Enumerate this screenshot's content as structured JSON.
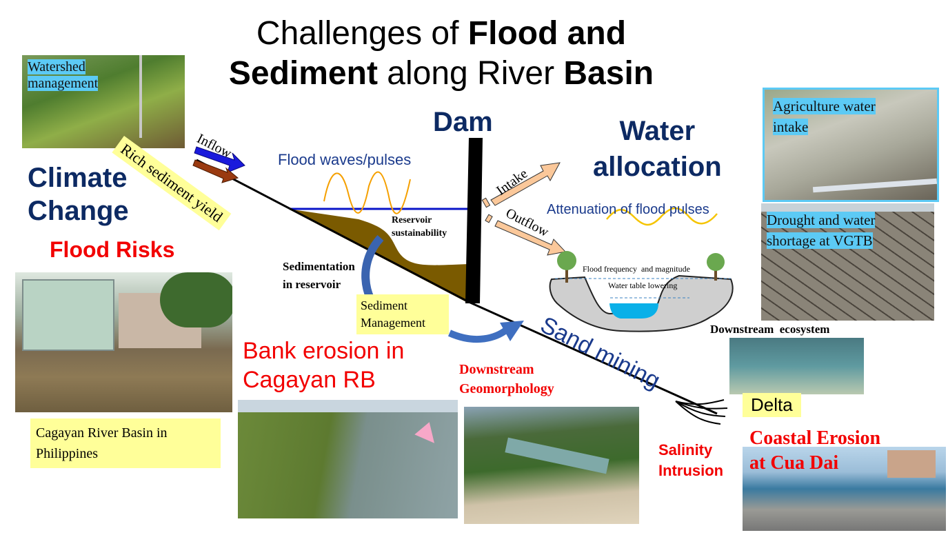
{
  "title": {
    "line1_plain": "Challenges of ",
    "line1_bold": "Flood and",
    "line2_bold1": "Sediment",
    "line2_plain": " along River ",
    "line2_bold2": "Basin"
  },
  "left": {
    "watershed_label": "Watershed management",
    "climate_change": [
      "Climate",
      "Change"
    ],
    "flood_risks": "Flood Risks",
    "cagayan_caption": "Cagayan River Basin in Philippines"
  },
  "diagram": {
    "inflow": "Inflow",
    "rich_sediment": "Rich sediment yield",
    "dam": "Dam",
    "water_allocation": [
      "Water",
      "allocation"
    ],
    "flood_waves": "Flood waves/pulses",
    "reservoir_sustainability": [
      "Reservoir",
      "sustainability"
    ],
    "sedimentation": [
      "Sedimentation",
      "in reservoir"
    ],
    "sediment_management": [
      "Sediment",
      "Management"
    ],
    "intake": "Intake",
    "outflow": "Outflow",
    "attenuation": "Attenuation of flood pulses",
    "flood_frequency": "Flood frequency  and magnitude",
    "water_table": "Water table lowering",
    "sand_mining": "Sand mining"
  },
  "bottom": {
    "bank_erosion": [
      "Bank erosion in",
      "Cagayan RB"
    ],
    "downstream_geomorphology": [
      "Downstream",
      "Geomorphology"
    ],
    "downstream_ecosystem": "Downstream  ecosystem",
    "delta": "Delta",
    "salinity": [
      "Salinity",
      "Intrusion"
    ],
    "coastal_erosion": [
      "Coastal Erosion",
      "at Cua Dai"
    ]
  },
  "right": {
    "agri_label": [
      "Agriculture water",
      "intake"
    ],
    "drought_label": [
      "Drought and water",
      "shortage at VGTB"
    ]
  },
  "colors": {
    "navy": "#0d2a63",
    "red": "#f20000",
    "yellow": "#ffff99",
    "cyan": "#5ccaf5",
    "sediment": "#7a5a00",
    "orange": "#f5a623",
    "peach": "#fbc89a"
  }
}
